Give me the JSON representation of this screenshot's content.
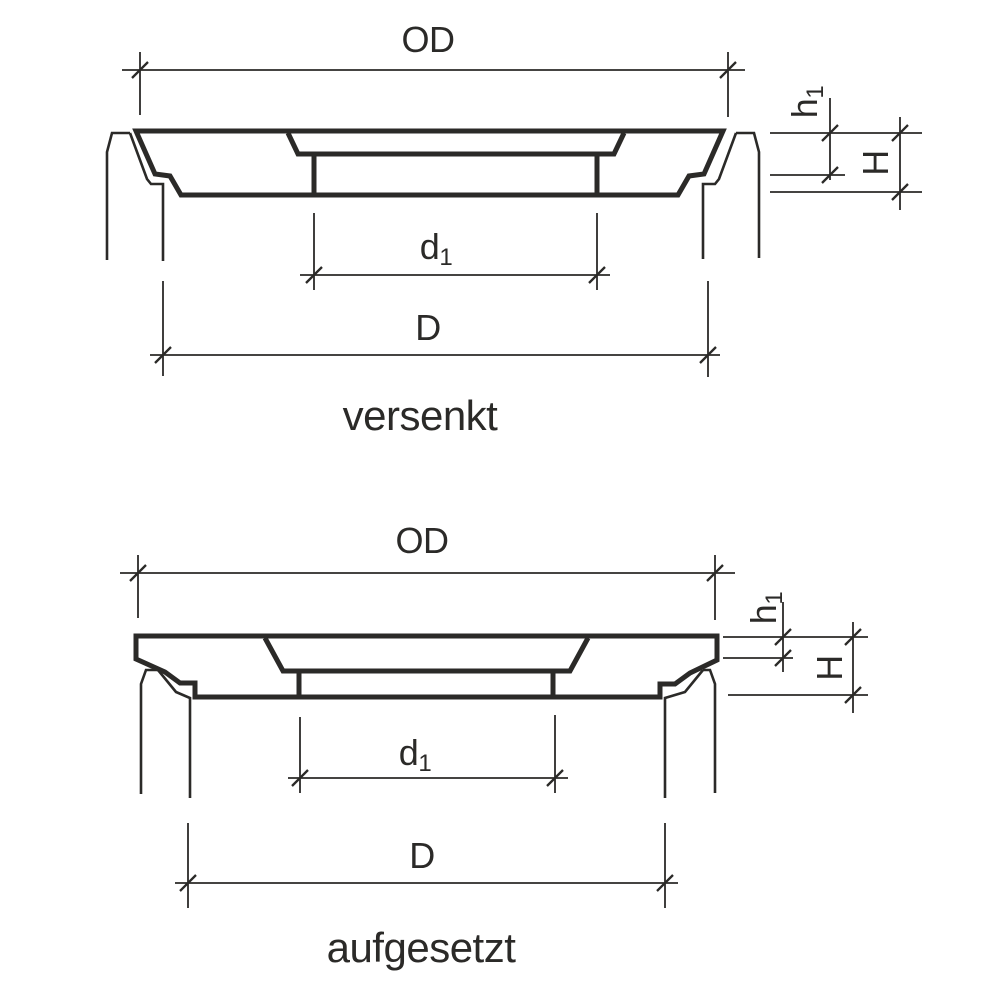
{
  "drawing": {
    "type": "technical-cross-section",
    "colors": {
      "ink": "#2b2a28",
      "background": "#ffffff"
    },
    "figures": [
      {
        "id": "versenkt",
        "caption": "versenkt",
        "dims": {
          "od": "OD",
          "d1_main": "d",
          "d1_sub": "1",
          "D": "D",
          "h1_main": "h",
          "h1_sub": "1",
          "H": "H"
        }
      },
      {
        "id": "aufgesetzt",
        "caption": "aufgesetzt",
        "dims": {
          "od": "OD",
          "d1_main": "d",
          "d1_sub": "1",
          "D": "D",
          "h1_main": "h",
          "h1_sub": "1",
          "H": "H"
        }
      }
    ]
  }
}
